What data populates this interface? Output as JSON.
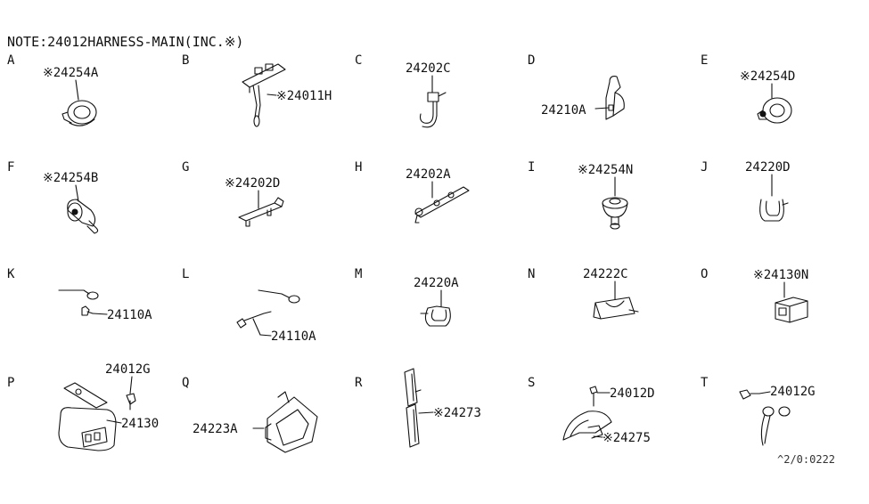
{
  "note": "NOTE:24012HARNESS-MAIN(INC.※)",
  "ref_code": "^2/0:0222",
  "items": [
    {
      "letter": "A",
      "part": "※24254A"
    },
    {
      "letter": "B",
      "part": "※24011H"
    },
    {
      "letter": "C",
      "part": "24202C"
    },
    {
      "letter": "D",
      "part": "24210A"
    },
    {
      "letter": "E",
      "part": "※24254D"
    },
    {
      "letter": "F",
      "part": "※24254B"
    },
    {
      "letter": "G",
      "part": "※24202D"
    },
    {
      "letter": "H",
      "part": "24202A"
    },
    {
      "letter": "I",
      "part": "※24254N"
    },
    {
      "letter": "J",
      "part": "24220D"
    },
    {
      "letter": "K",
      "part": "24110A"
    },
    {
      "letter": "L",
      "part": "24110A"
    },
    {
      "letter": "M",
      "part": "24220A"
    },
    {
      "letter": "N",
      "part": "24222C"
    },
    {
      "letter": "O",
      "part": "※24130N"
    },
    {
      "letter": "P",
      "part": "24012G",
      "part2": "24130"
    },
    {
      "letter": "Q",
      "part": "24223A"
    },
    {
      "letter": "R",
      "part": "※24273"
    },
    {
      "letter": "S",
      "part": "24012D",
      "part2": "※24275"
    },
    {
      "letter": "T",
      "part": "24012G"
    }
  ]
}
